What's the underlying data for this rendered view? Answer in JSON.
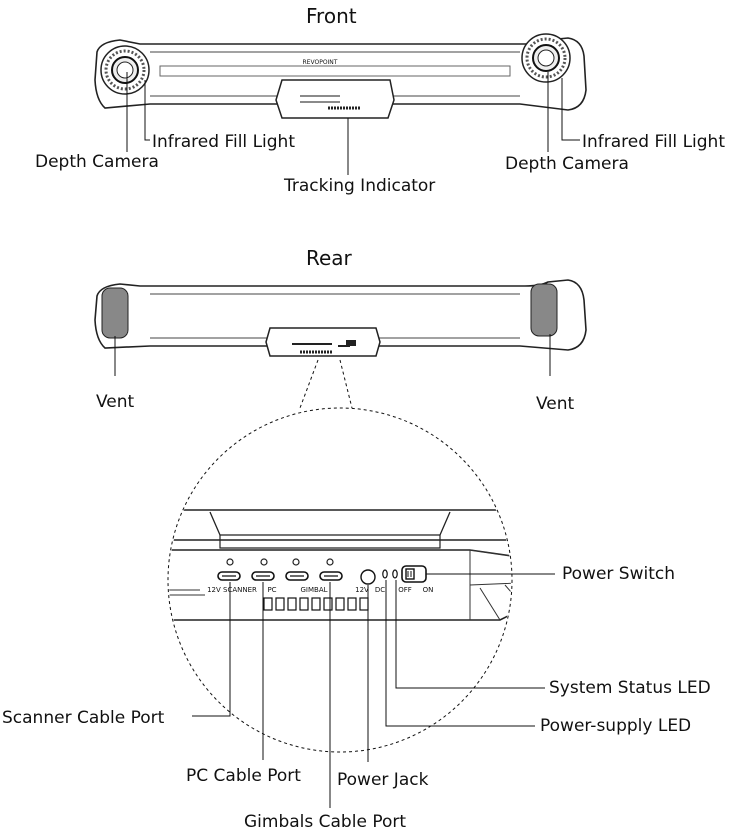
{
  "front": {
    "title": "Front",
    "brand": "REVOPOINT",
    "left_fill_light": "Infrared Fill Light",
    "left_depth_camera": "Depth Camera",
    "right_fill_light": "Infrared Fill Light",
    "right_depth_camera": "Depth Camera",
    "tracking_indicator": "Tracking Indicator"
  },
  "rear": {
    "title": "Rear",
    "left_vent": "Vent",
    "right_vent": "Vent"
  },
  "detail": {
    "port_labels": {
      "scanner_12v": "12V SCANNER",
      "pc": "PC",
      "gimbal": "GIMBAL",
      "dc_12v": "12V",
      "dc": "DC",
      "off": "OFF",
      "on": "ON"
    },
    "callouts": {
      "power_switch": "Power Switch",
      "system_status_led": "System Status LED",
      "power_supply_led": "Power-supply LED",
      "scanner_cable_port": "Scanner Cable Port",
      "pc_cable_port": "PC Cable Port",
      "power_jack": "Power Jack",
      "gimbals_cable_port": "Gimbals Cable Port"
    }
  }
}
